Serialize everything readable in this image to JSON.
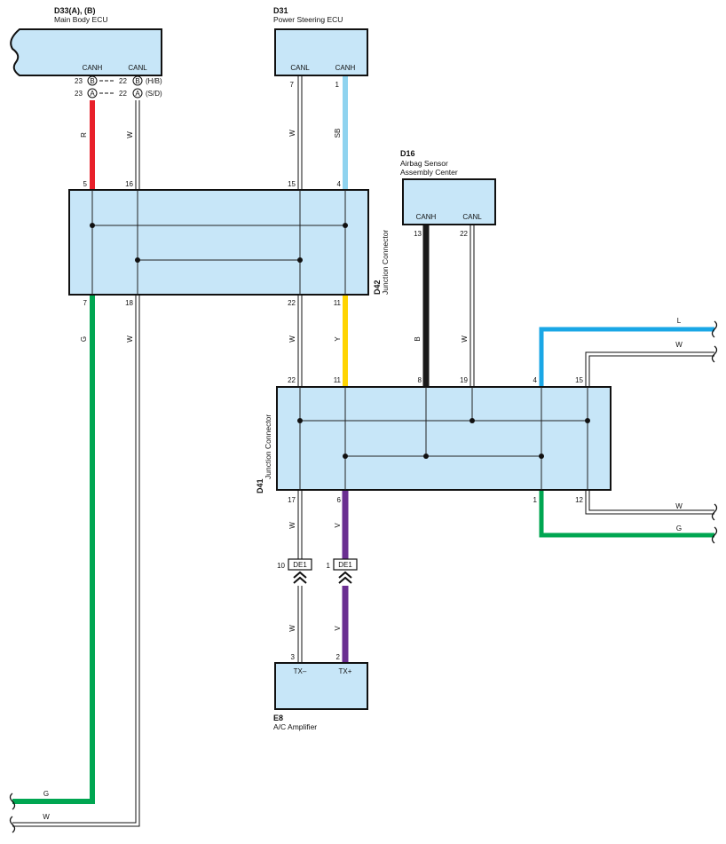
{
  "components": {
    "d33": {
      "id": "D33(A), (B)",
      "name": "Main Body ECU",
      "term_canh": "CANH",
      "term_canl": "CANL"
    },
    "d31": {
      "id": "D31",
      "name": "Power Steering ECU",
      "term_canl": "CANL",
      "term_canh": "CANH"
    },
    "d16": {
      "id": "D16",
      "name_line1": "Airbag Sensor",
      "name_line2": "Assembly Center",
      "term_canh": "CANH",
      "term_canl": "CANL"
    },
    "d42": {
      "id": "D42",
      "name": "Junction Connector"
    },
    "d41": {
      "id": "D41",
      "name": "Junction Connector"
    },
    "e8": {
      "id": "E8",
      "name": "A/C Amplifier",
      "term_txm": "TX–",
      "term_txp": "TX+"
    }
  },
  "d33_connectors": {
    "row_b": {
      "pin_left": "23",
      "letter_left": "B",
      "pin_right": "22",
      "letter_right": "B",
      "note": "(H/B)"
    },
    "row_a": {
      "pin_left": "23",
      "letter_left": "A",
      "pin_right": "22",
      "letter_right": "A",
      "note": "(S/D)"
    }
  },
  "pins": {
    "d31_canl": "7",
    "d31_canh": "1",
    "d42_5": "5",
    "d42_16": "16",
    "d42_15": "15",
    "d42_4": "4",
    "d42_7": "7",
    "d42_18": "18",
    "d42_22": "22",
    "d42_11": "11",
    "d16_13": "13",
    "d16_22": "22",
    "d41_22": "22",
    "d41_11": "11",
    "d41_8": "8",
    "d41_19": "19",
    "d41_4": "4",
    "d41_15": "15",
    "d41_17": "17",
    "d41_6": "6",
    "d41_1": "1",
    "d41_12": "12",
    "de1_left_pin": "10",
    "de1_right_pin": "1",
    "e8_3": "3",
    "e8_2": "2"
  },
  "plugs": {
    "de1_left": "DE1",
    "de1_right": "DE1"
  },
  "wire_labels": {
    "d33_canh": "R",
    "d33_canl": "W",
    "d31_canl": "W",
    "d31_canh": "SB",
    "d42_out_g": "G",
    "d42_out_w": "W",
    "d42_d41_w": "W",
    "d42_d41_y": "Y",
    "d16_b": "B",
    "d16_w": "W",
    "d41_17_w": "W",
    "d41_6_v": "V",
    "e8_w": "W",
    "e8_v": "V",
    "right_l": "L",
    "right_w_top": "W",
    "right_w_bot": "W",
    "right_g": "G",
    "left_g": "G",
    "left_w": "W"
  },
  "wire_colors": {
    "R": "#e8202a",
    "SB": "#8fd3ef",
    "G": "#00a651",
    "Y": "#ffd400",
    "B": "#1a1a1a",
    "V": "#6a2e91",
    "L": "#1aa7e6"
  }
}
